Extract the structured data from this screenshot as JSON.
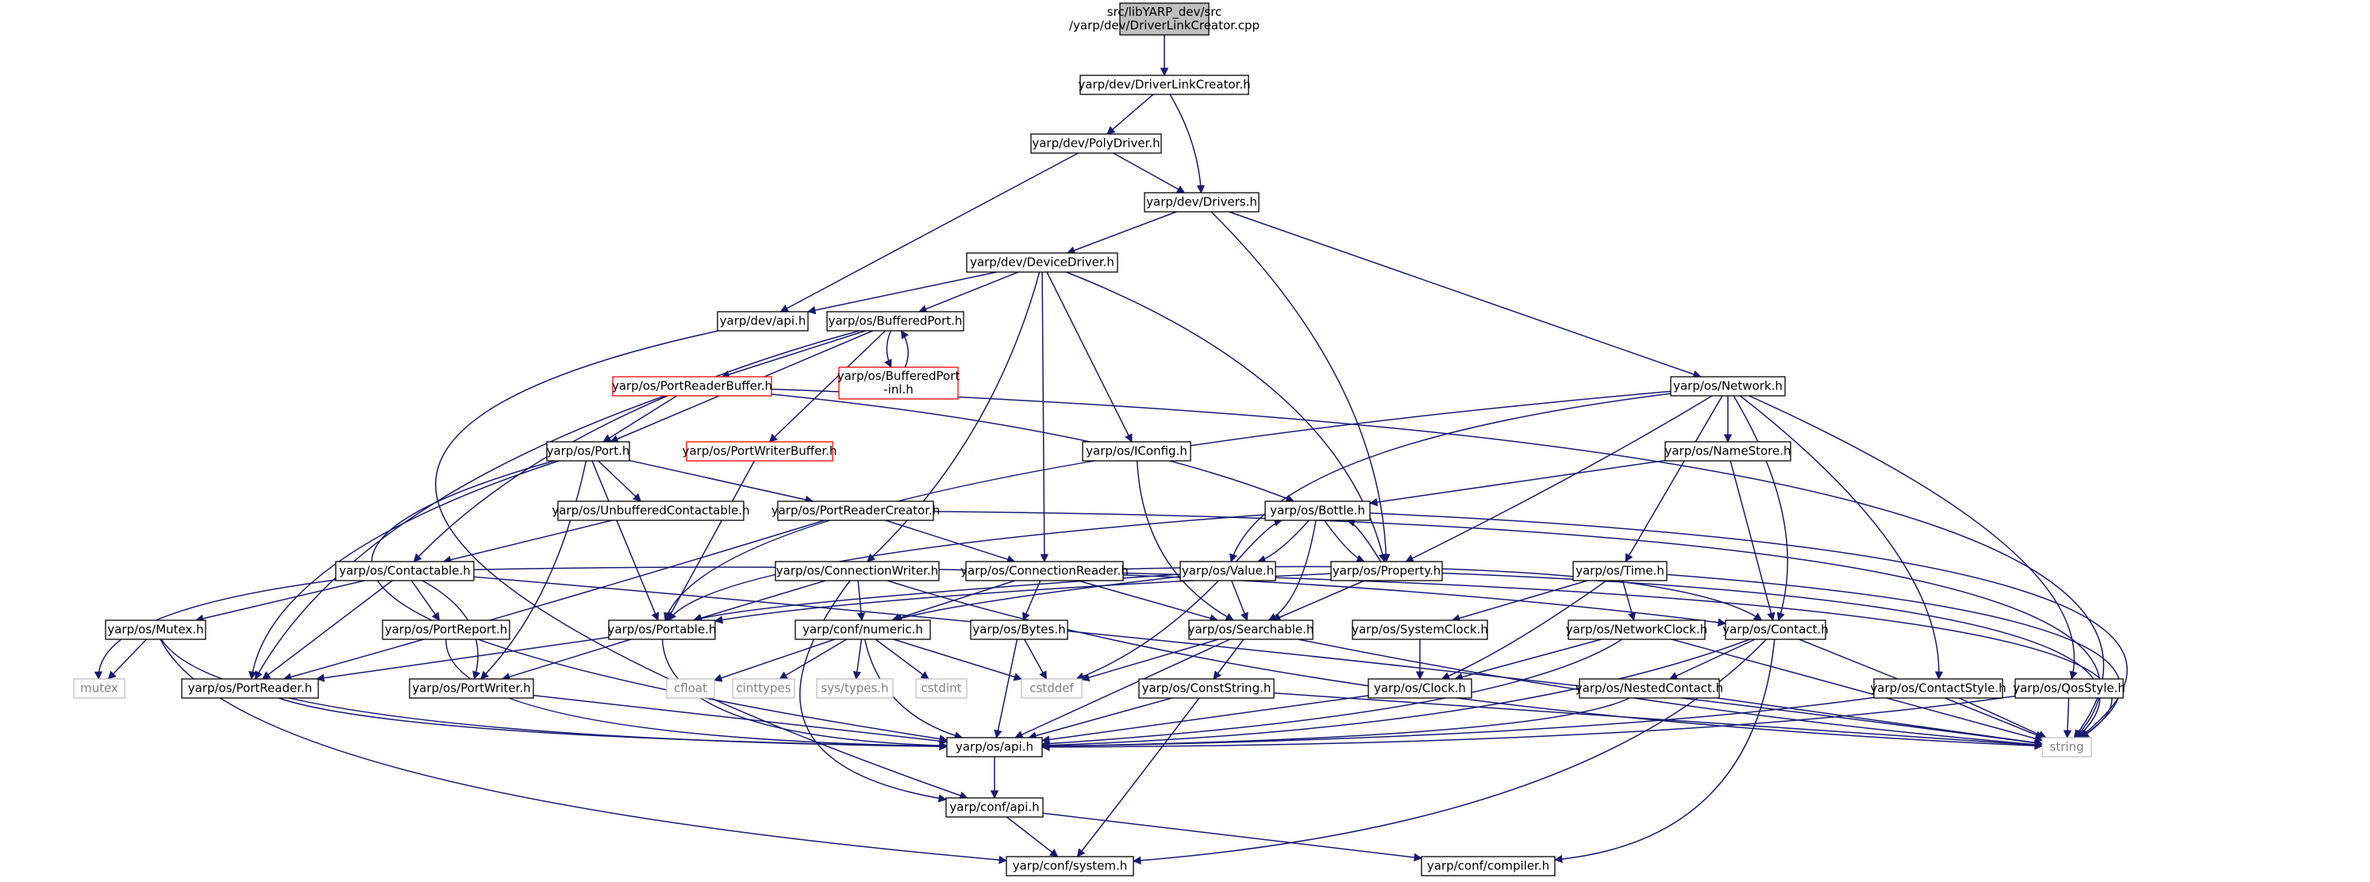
{
  "graph": {
    "colors": {
      "edge": "#191970",
      "node_border": "#000000",
      "node_fill": "#ffffff",
      "root_fill": "#bfbfbf",
      "truncated_border": "#ff0000",
      "external_border": "#bfbfbf",
      "text": "#000000",
      "external_text": "#7f7f7f"
    },
    "nodes": [
      {
        "id": "root",
        "label": "src/libYARP_dev/src\n/yarp/dev/DriverLinkCreator.cpp",
        "kind": "root"
      },
      {
        "id": "dlc_h",
        "label": "yarp/dev/DriverLinkCreator.h",
        "kind": "normal"
      },
      {
        "id": "polydriver",
        "label": "yarp/dev/PolyDriver.h",
        "kind": "normal"
      },
      {
        "id": "drivers",
        "label": "yarp/dev/Drivers.h",
        "kind": "normal"
      },
      {
        "id": "devicedriver",
        "label": "yarp/dev/DeviceDriver.h",
        "kind": "normal"
      },
      {
        "id": "dev_api",
        "label": "yarp/dev/api.h",
        "kind": "normal"
      },
      {
        "id": "bufferedport",
        "label": "yarp/os/BufferedPort.h",
        "kind": "normal"
      },
      {
        "id": "bufferedport_inl",
        "label": "yarp/os/BufferedPort\n-inl.h",
        "kind": "truncated"
      },
      {
        "id": "portreaderbuffer",
        "label": "yarp/os/PortReaderBuffer.h",
        "kind": "truncated"
      },
      {
        "id": "portwriterbuffer",
        "label": "yarp/os/PortWriterBuffer.h",
        "kind": "truncated"
      },
      {
        "id": "network",
        "label": "yarp/os/Network.h",
        "kind": "normal"
      },
      {
        "id": "port",
        "label": "yarp/os/Port.h",
        "kind": "normal"
      },
      {
        "id": "iconfig",
        "label": "yarp/os/IConfig.h",
        "kind": "normal"
      },
      {
        "id": "namestore",
        "label": "yarp/os/NameStore.h",
        "kind": "normal"
      },
      {
        "id": "unbuffered",
        "label": "yarp/os/UnbufferedContactable.h",
        "kind": "normal"
      },
      {
        "id": "portreadercreator",
        "label": "yarp/os/PortReaderCreator.h",
        "kind": "normal"
      },
      {
        "id": "bottle",
        "label": "yarp/os/Bottle.h",
        "kind": "normal"
      },
      {
        "id": "contactable",
        "label": "yarp/os/Contactable.h",
        "kind": "normal"
      },
      {
        "id": "connwriter",
        "label": "yarp/os/ConnectionWriter.h",
        "kind": "normal"
      },
      {
        "id": "connreader",
        "label": "yarp/os/ConnectionReader.h",
        "kind": "normal"
      },
      {
        "id": "value",
        "label": "yarp/os/Value.h",
        "kind": "normal"
      },
      {
        "id": "property",
        "label": "yarp/os/Property.h",
        "kind": "normal"
      },
      {
        "id": "time",
        "label": "yarp/os/Time.h",
        "kind": "normal"
      },
      {
        "id": "mutex",
        "label": "yarp/os/Mutex.h",
        "kind": "normal"
      },
      {
        "id": "portreport",
        "label": "yarp/os/PortReport.h",
        "kind": "normal"
      },
      {
        "id": "portable",
        "label": "yarp/os/Portable.h",
        "kind": "normal"
      },
      {
        "id": "numeric",
        "label": "yarp/conf/numeric.h",
        "kind": "normal"
      },
      {
        "id": "bytes",
        "label": "yarp/os/Bytes.h",
        "kind": "normal"
      },
      {
        "id": "searchable",
        "label": "yarp/os/Searchable.h",
        "kind": "normal"
      },
      {
        "id": "systemclock",
        "label": "yarp/os/SystemClock.h",
        "kind": "normal"
      },
      {
        "id": "networkclock",
        "label": "yarp/os/NetworkClock.h",
        "kind": "normal"
      },
      {
        "id": "contact",
        "label": "yarp/os/Contact.h",
        "kind": "normal"
      },
      {
        "id": "mutex_std",
        "label": "mutex",
        "kind": "external"
      },
      {
        "id": "portreader",
        "label": "yarp/os/PortReader.h",
        "kind": "normal"
      },
      {
        "id": "portwriter",
        "label": "yarp/os/PortWriter.h",
        "kind": "normal"
      },
      {
        "id": "cfloat",
        "label": "cfloat",
        "kind": "external"
      },
      {
        "id": "cinttypes",
        "label": "cinttypes",
        "kind": "external"
      },
      {
        "id": "systypes",
        "label": "sys/types.h",
        "kind": "external"
      },
      {
        "id": "cstdint",
        "label": "cstdint",
        "kind": "external"
      },
      {
        "id": "cstddef",
        "label": "cstddef",
        "kind": "external"
      },
      {
        "id": "conststring",
        "label": "yarp/os/ConstString.h",
        "kind": "normal"
      },
      {
        "id": "clock",
        "label": "yarp/os/Clock.h",
        "kind": "normal"
      },
      {
        "id": "nestedcontact",
        "label": "yarp/os/NestedContact.h",
        "kind": "normal"
      },
      {
        "id": "contactstyle",
        "label": "yarp/os/ContactStyle.h",
        "kind": "normal"
      },
      {
        "id": "qosstyle",
        "label": "yarp/os/QosStyle.h",
        "kind": "normal"
      },
      {
        "id": "os_api",
        "label": "yarp/os/api.h",
        "kind": "normal"
      },
      {
        "id": "string",
        "label": "string",
        "kind": "external"
      },
      {
        "id": "conf_api",
        "label": "yarp/conf/api.h",
        "kind": "normal"
      },
      {
        "id": "conf_system",
        "label": "yarp/conf/system.h",
        "kind": "normal"
      },
      {
        "id": "conf_compiler",
        "label": "yarp/conf/compiler.h",
        "kind": "normal"
      }
    ]
  }
}
